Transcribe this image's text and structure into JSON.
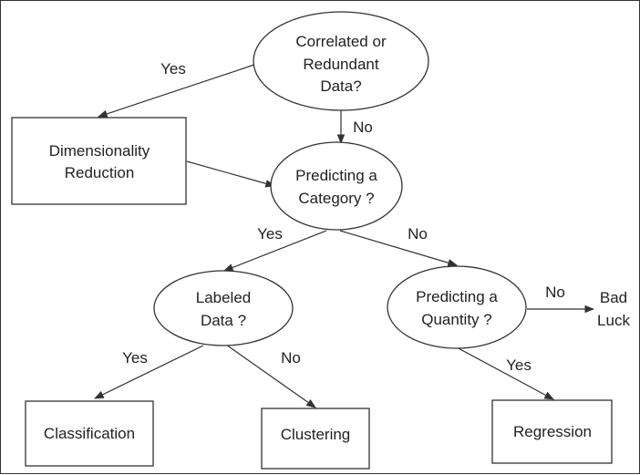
{
  "colors": {
    "stroke": "#333333",
    "text": "#222222",
    "background": "#ffffff"
  },
  "nodes": {
    "correlated": {
      "line1": "Correlated or",
      "line2": "Redundant",
      "line3": "Data?"
    },
    "dimensionality": {
      "line1": "Dimensionality",
      "line2": "Reduction"
    },
    "category": {
      "line1": "Predicting a",
      "line2": "Category ?"
    },
    "labeled": {
      "line1": "Labeled",
      "line2": "Data ?"
    },
    "quantity": {
      "line1": "Predicting a",
      "line2": "Quantity ?"
    },
    "badluck": {
      "line1": "Bad",
      "line2": "Luck"
    },
    "classification": {
      "label": "Classification"
    },
    "clustering": {
      "label": "Clustering"
    },
    "regression": {
      "label": "Regression"
    }
  },
  "edges": {
    "correlated_yes": "Yes",
    "correlated_no": "No",
    "category_yes": "Yes",
    "category_no": "No",
    "labeled_yes": "Yes",
    "labeled_no": "No",
    "quantity_no": "No",
    "quantity_yes": "Yes"
  }
}
